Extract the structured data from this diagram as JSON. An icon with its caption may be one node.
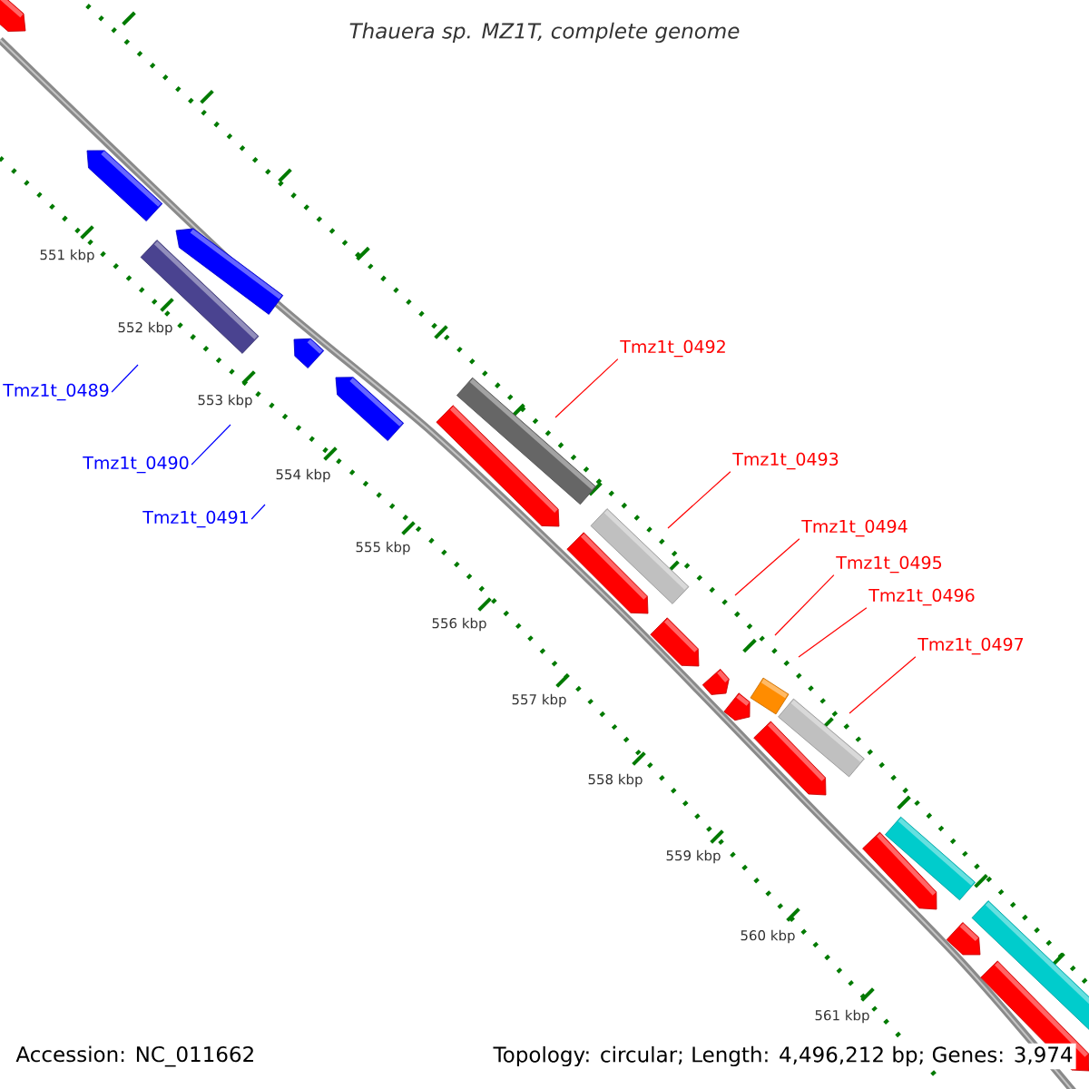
{
  "diagram": {
    "title": "*Thauera* sp. MZ1T, complete genome",
    "nodes": [
      {
        "text": [
          "Tmz1t_0489"
        ]
      },
      {
        "text": [
          "Tmz1t_0490"
        ]
      },
      {
        "text": [
          "Tmz1t_0491"
        ]
      },
      {
        "text": [
          "Tmz1t_0492"
        ]
      },
      {
        "text": [
          "Tmz1t_0493"
        ]
      },
      {
        "text": [
          "Tmz1t_0494"
        ]
      },
      {
        "text": [
          "Tmz1t_0495"
        ]
      },
      {
        "text": [
          "Tmz1t_0496"
        ]
      },
      {
        "text": [
          "Tmz1t_0497"
        ]
      }
    ],
    "edges": [
      {
        "from": 0,
        "to": null,
        "arrow": "none",
        "color": "#0000ff"
      },
      {
        "from": 1,
        "to": null,
        "arrow": "none",
        "color": "#0000ff"
      },
      {
        "from": 2,
        "to": null,
        "arrow": "none",
        "color": "#0000ff"
      },
      {
        "from": 3,
        "to": null,
        "arrow": "none"
      },
      {
        "from": 4,
        "to": null,
        "arrow": "none"
      },
      {
        "from": 5,
        "to": null,
        "arrow": "none"
      },
      {
        "from": 6,
        "to": null,
        "arrow": "none"
      },
      {
        "from": 7,
        "to": null,
        "arrow": "none"
      },
      {
        "from": 8,
        "to": null,
        "arrow": "none"
      }
    ],
    "labels": [
      "551 kbp",
      "552 kbp",
      "553 kbp",
      "554 kbp",
      "555 kbp",
      "556 kbp",
      "557 kbp",
      "558 kbp",
      "559 kbp",
      "560 kbp",
      "561 kbp",
      "Accession: NC_011662",
      "Topology: circular; Length: 4,496,212 bp; Genes: 3,974"
    ]
  }
}
